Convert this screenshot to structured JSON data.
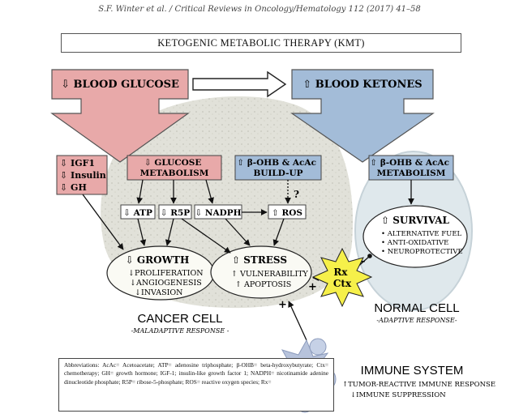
{
  "header": "S.F. Winter et al. / Critical Reviews in Oncology/Hematology 112 (2017) 41–58",
  "title": "KETOGENIC METABOLIC THERAPY (KMT)",
  "blood_glucose": "⇩ BLOOD GLUCOSE",
  "blood_ketones": "⇧ BLOOD KETONES",
  "hormones": [
    "⇩ IGF1",
    "⇩ Insulin",
    "⇩ GH"
  ],
  "glucose_metabolism": [
    "⇩ GLUCOSE",
    "METABOLISM"
  ],
  "bohb_buildup": [
    "⇧ β-OHB & AcAc",
    "BUILD-UP"
  ],
  "bohb_metabolism": [
    "⇧ β-OHB & AcAc",
    "METABOLISM"
  ],
  "atp": "⇩ ATP",
  "r5p": "⇩ R5P",
  "nadph": "⇩ NADPH",
  "ros": "⇧ ROS",
  "question_mark": "?",
  "growth": {
    "title": "⇩ GROWTH",
    "items": [
      "↓PROLIFERATION",
      "↓ANGIOGENESIS",
      "↓INVASION"
    ]
  },
  "stress": {
    "title": "⇧ STRESS",
    "items": [
      "↑ VULNERABILITY",
      "↑ APOPTOSIS"
    ]
  },
  "survival": {
    "title": "⇧ SURVIVAL",
    "items": [
      "• ALTERNATIVE FUEL",
      "• ANTI-OXIDATIVE",
      "• NEUROPROTECTIVE"
    ]
  },
  "rx": [
    "Rx",
    "Ctx"
  ],
  "plus_signs": [
    "+",
    "+"
  ],
  "minus_sign": "–",
  "cancer_cell": {
    "label": "CANCER CELL",
    "sub": "-MALADAPTIVE RESPONSE -"
  },
  "normal_cell": {
    "label": "NORMAL CELL",
    "sub": "-ADAPTIVE RESPONSE-"
  },
  "immune_system": {
    "label": "IMMUNE SYSTEM",
    "items": [
      "↑TUMOR-REACTIVE IMMUNE RESPONSE",
      "↓IMMUNE SUPPRESSION"
    ]
  },
  "abbreviations": "Abbreviations: AcAc= Acetoacetate; ATP= adenosine triphosphate; β-OHB= beta-hydroxybutyrate; Ctx= chemotherapy; GH= growth hormone; IGF-1; insulin-like growth factor 1; NADPH= nicotinamide adenine dinucleotide phosphate; R5P= ribose-5-phosphate; ROS= reactive oxygen species; Rx=",
  "colors": {
    "pink": "#e8a9a9",
    "blue": "#a3bcd8",
    "cancer_texture": "#d8d8cc",
    "normal_cell": "#dce6ea",
    "immune": "#b7c3dc",
    "starburst": "#f6f04a"
  }
}
